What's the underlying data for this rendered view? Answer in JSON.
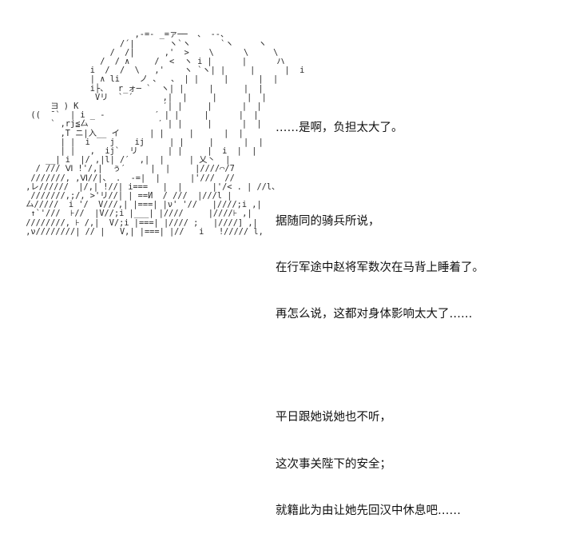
{
  "scene": {
    "background_color": "#ffffff",
    "text_color": "#111111",
    "art_color": "#2a2a2a"
  },
  "ascii_art": {
    "name": "character-portrait-ascii-art",
    "lines": [
      "                       ,-=- _=ァ──  、 --、",
      "                    /´|       ヽ`ヽ      `ヽ     ヽ",
      "                  /  /|      ,'  >    \\      \\     \\",
      "                /  / ∧     /  <  ヽ i |      |      ハ",
      "              i  /  /  \\   ,'    ヽ `ヽ| |     |      |  i",
      "              | ∧ li    ノ 、  、 | |     |      |  |",
      "              i├、  r_ォ─ `  ヽ| |     |      |  |",
      "               Vリ  ` ´      ,|  |     |      |  |",
      "      ヨ ) K                 ′| |     |      |  |",
      "  ((  ̄ `  | i _ -          ′ | |     |      |  |",
      "      ` ,rj≦厶              ′ | |     |      |  |",
      "        ,T ニ|入__ イ      | |     |      |  |",
      "        | |  i    j    ij     | |     |      |  |",
      "        | |   ,  ij`  リ      | |     |  i  |  |",
      "     __| i  |/ ,|l| /′  ,|  |     | 乂丶  |",
      "   / /// Ⅵ !'/,|  ぅ′     |  |     |////⌒/7",
      "  ///////, ,Ⅵ//|、 .  -=|  |      |'///  //",
      " ,レ//////  |/,| !//| i===   |  |      |'/< . | //l、",
      "  ///////,;/, >'リ//| | ==И  / ///  |///l |",
      " 厶/////  i '/  V///,| |===| |ν' '//   |////;i ,|",
      "  ↑`'///  ⊦//  |V//;i |___| |////     |////⊦ ,|",
      " ////////, ⊦ /,|  V/;i |===| |//// ;   |////] ,|",
      " ,ν////////| // |   V,| |===| |//   i   !///// l,"
    ]
  },
  "dialogue": {
    "paragraphs": [
      {
        "id": "para-1",
        "lines": [
          "……是啊，负担太大了。"
        ]
      },
      {
        "id": "para-2",
        "lines": [
          "据随同的骑兵所说，",
          "在行军途中赵将军数次在马背上睡着了。",
          "再怎么说，这都对身体影响太大了……"
        ]
      },
      {
        "id": "para-3",
        "lines": [
          "平日跟她说她也不听，",
          "这次事关陛下的安全；",
          "就籍此为由让她先回汉中休息吧……"
        ]
      }
    ]
  }
}
